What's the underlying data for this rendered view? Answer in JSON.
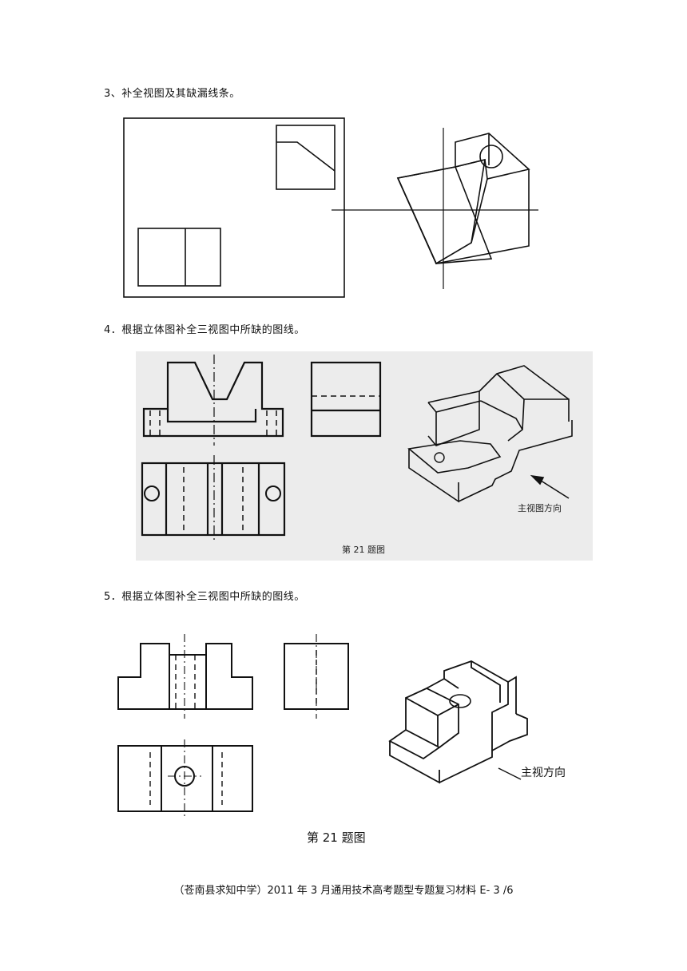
{
  "questions": [
    {
      "title": "3、补全视图及其缺漏线条。"
    },
    {
      "title": "4．根据立体图补全三视图中所缺的图线。",
      "figure_caption": "第 21 题图",
      "direction_label": "主视图方向"
    },
    {
      "title": "5．根据立体图补全三视图中所缺的图线。",
      "figure_caption": "第 21 题图",
      "direction_label": "主视方向"
    }
  ],
  "footer": "（苍南县求知中学）2011 年 3 月通用技术高考题型专题复习材料 E- 3 /6"
}
